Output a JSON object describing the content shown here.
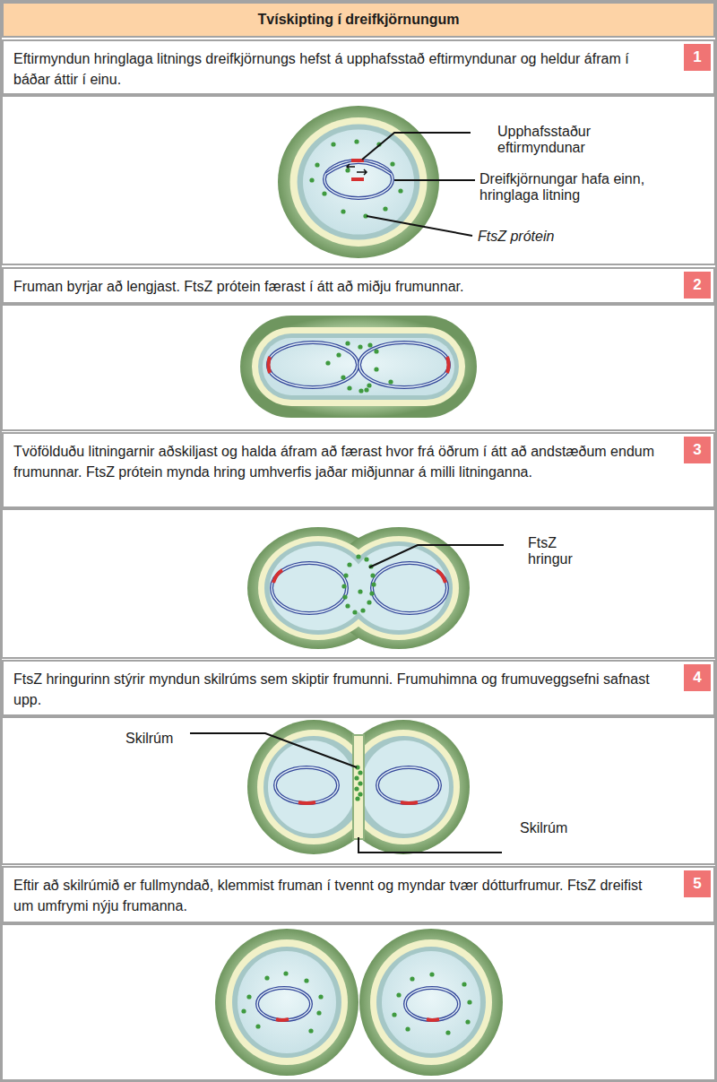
{
  "diagram": {
    "title": "Tvískipting í dreifkjörnungum",
    "nodes": [
      {
        "text": [
          "Eftirmyndun hringlaga litnings dreifkjörnungs hefst á upphafsstað eftirmyndunar og heldur áfram í báðar áttir í einu."
        ]
      },
      {
        "text": [
          "1"
        ],
        "in": 0
      },
      {
        "text": [
          "Fruman byrjar að lengjast. FtsZ prótein færast í átt að miðju frumunnar."
        ]
      },
      {
        "text": [
          "2"
        ],
        "in": 2
      },
      {
        "text": [
          "Tvöfölduðu litningarnir aðskiljast og halda áfram að færast hvor frá öðrum í átt að andstæðum endum frumunnar. FtsZ prótein mynda hring umhverfis jaðar miðjunnar á milli litninganna."
        ]
      },
      {
        "text": [
          "3"
        ],
        "in": 4
      },
      {
        "text": [
          "FtsZ hringurinn stýrir myndun skilrúms sem skiptir frumunni. Frumuhimna og frumuveggsefni safnast upp."
        ]
      },
      {
        "text": [
          "4"
        ],
        "in": 6
      },
      {
        "text": [
          "Eftir að skilrúmið er fullmyndað, klemmist fruman í tvennt og myndar tvær dótturfrumur. FtsZ dreifist um umfrymi nýju frumanna."
        ]
      },
      {
        "text": [
          "5"
        ],
        "in": 8
      }
    ],
    "labels": [
      "Upphafsstaður eftirmyndunar",
      "Dreifkjörnungar hafa einn, hringlaga litning",
      "FtsZ prótein",
      "FtsZ hringur",
      "Skilrúm",
      "Skilrúm"
    ]
  }
}
